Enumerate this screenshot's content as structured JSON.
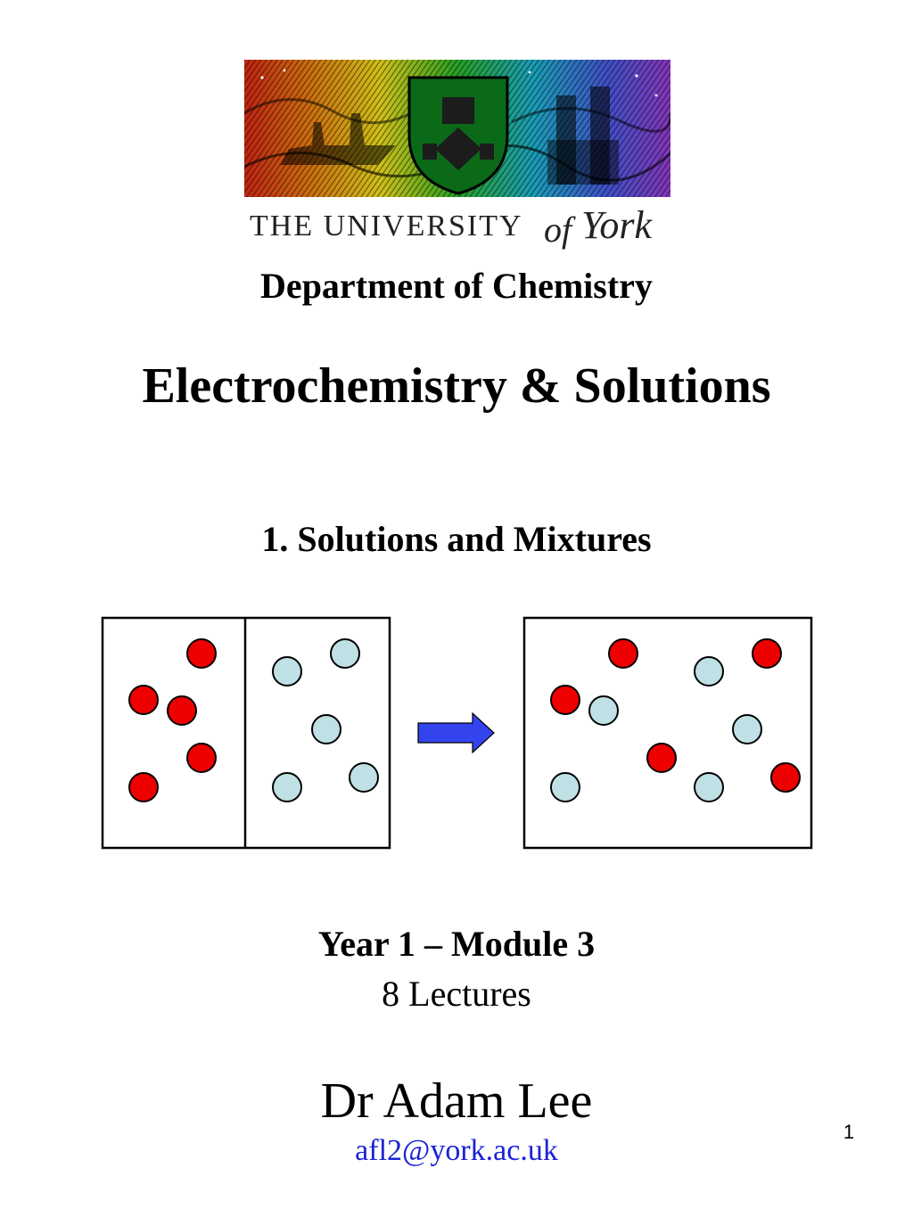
{
  "logo": {
    "wordmark_prefix": "THE UNIVERSITY",
    "wordmark_of": "of",
    "wordmark_york": "York"
  },
  "department": "Department of Chemistry",
  "title": "Electrochemistry & Solutions",
  "section": "1. Solutions and Mixtures",
  "diagram": {
    "colors": {
      "red_particle": "#ee0000",
      "blue_particle": "#bfe0e4",
      "arrow": "#3344ee"
    }
  },
  "course": {
    "year_module": "Year 1 – Module 3",
    "lectures": "8 Lectures"
  },
  "author": {
    "name": "Dr Adam Lee",
    "email": "afl2@york.ac.uk"
  },
  "page_number": "1"
}
